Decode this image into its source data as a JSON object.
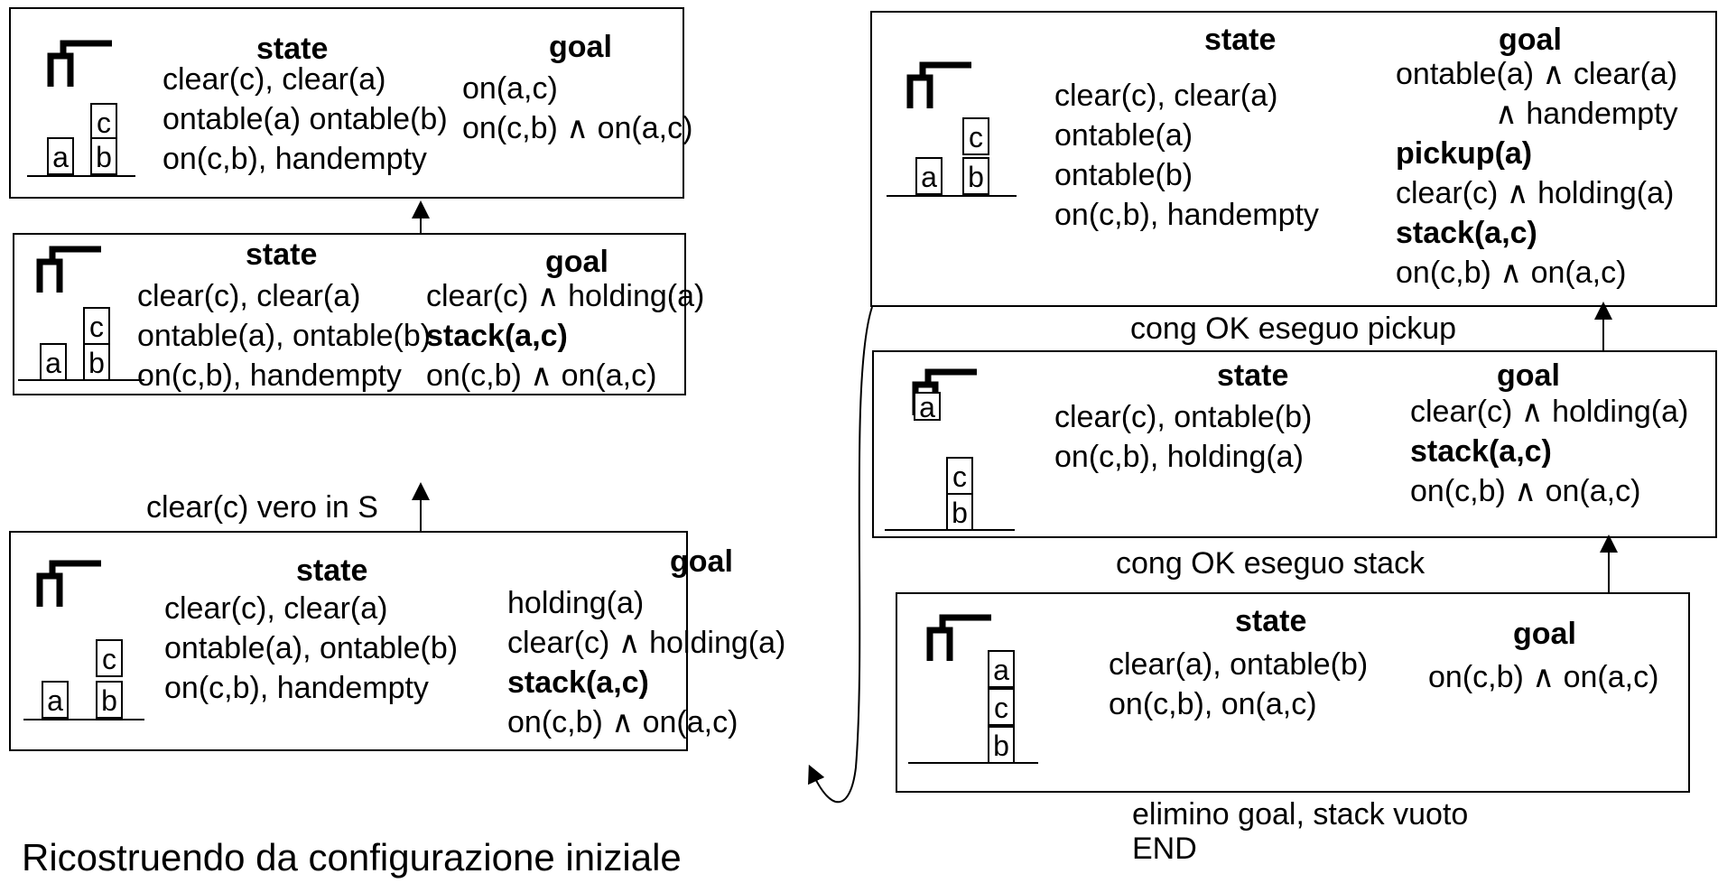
{
  "headers": {
    "state": "state",
    "goal": "goal"
  },
  "panels": {
    "p1": {
      "state": [
        "clear(c), clear(a)",
        "ontable(a) ontable(b)",
        "on(c,b), handempty"
      ],
      "goal": [
        {
          "text": "on(a,c)",
          "bold": false
        },
        {
          "text": "on(c,b) ∧ on(a,c)",
          "bold": false
        }
      ]
    },
    "p2": {
      "state": [
        "clear(c), clear(a)",
        "ontable(a), ontable(b)",
        "on(c,b), handempty"
      ],
      "goal": [
        {
          "text": "clear(c) ∧ holding(a)",
          "bold": false
        },
        {
          "text": "stack(a,c)",
          "bold": true
        },
        {
          "text": "on(c,b) ∧ on(a,c)",
          "bold": false
        }
      ]
    },
    "p3": {
      "state": [
        "clear(c), clear(a)",
        "ontable(a), ontable(b)",
        "on(c,b), handempty"
      ],
      "goal": [
        {
          "text": "holding(a)",
          "bold": false
        },
        {
          "text": "clear(c) ∧ holding(a)",
          "bold": false
        },
        {
          "text": "stack(a,c)",
          "bold": true
        },
        {
          "text": "on(c,b) ∧ on(a,c)",
          "bold": false
        }
      ]
    },
    "p4": {
      "state": [
        "clear(c), clear(a)",
        "ontable(a)",
        "ontable(b)",
        "on(c,b), handempty"
      ],
      "goal": [
        {
          "text": "ontable(a) ∧ clear(a)",
          "bold": false
        },
        {
          "text": "∧ handempty",
          "bold": false
        },
        {
          "text": "pickup(a)",
          "bold": true
        },
        {
          "text": "clear(c) ∧ holding(a)",
          "bold": false
        },
        {
          "text": "stack(a,c)",
          "bold": true
        },
        {
          "text": "on(c,b) ∧ on(a,c)",
          "bold": false
        }
      ]
    },
    "p5": {
      "state": [
        "clear(c), ontable(b)",
        "on(c,b), holding(a)"
      ],
      "goal": [
        {
          "text": "clear(c) ∧ holding(a)",
          "bold": false
        },
        {
          "text": "stack(a,c)",
          "bold": true
        },
        {
          "text": "on(c,b) ∧ on(a,c)",
          "bold": false
        }
      ]
    },
    "p6": {
      "state": [
        "clear(a), ontable(b)",
        "on(c,b), on(a,c)"
      ],
      "goal": [
        {
          "text": "on(c,b) ∧ on(a,c)",
          "bold": false
        }
      ]
    }
  },
  "blocks": {
    "a": "a",
    "b": "b",
    "c": "c"
  },
  "notes": {
    "clear_vero": "clear(c) vero in S",
    "cong_pickup": "cong OK eseguo pickup",
    "cong_stack": "cong OK eseguo stack",
    "elimino": "elimino goal, stack vuoto",
    "end": "END",
    "ricostruendo": "Ricostruendo da configurazione iniziale"
  }
}
